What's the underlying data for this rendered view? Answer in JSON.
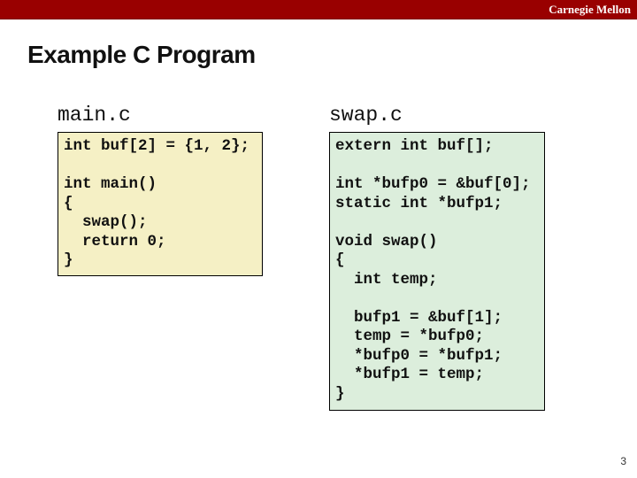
{
  "header": {
    "brand": "Carnegie Mellon",
    "bar_color": "#990000"
  },
  "slide": {
    "title": "Example C Program",
    "page_number": "3"
  },
  "files": [
    {
      "name": "main.c",
      "bg_color": "#f5f0c5",
      "code": "int buf[2] = {1, 2};\n\nint main()\n{\n  swap();\n  return 0;\n}"
    },
    {
      "name": "swap.c",
      "bg_color": "#dceedc",
      "code": "extern int buf[];\n\nint *bufp0 = &buf[0];\nstatic int *bufp1;\n\nvoid swap()\n{\n  int temp;\n\n  bufp1 = &buf[1];\n  temp = *bufp0;\n  *bufp0 = *bufp1;\n  *bufp1 = temp;\n}"
    }
  ]
}
